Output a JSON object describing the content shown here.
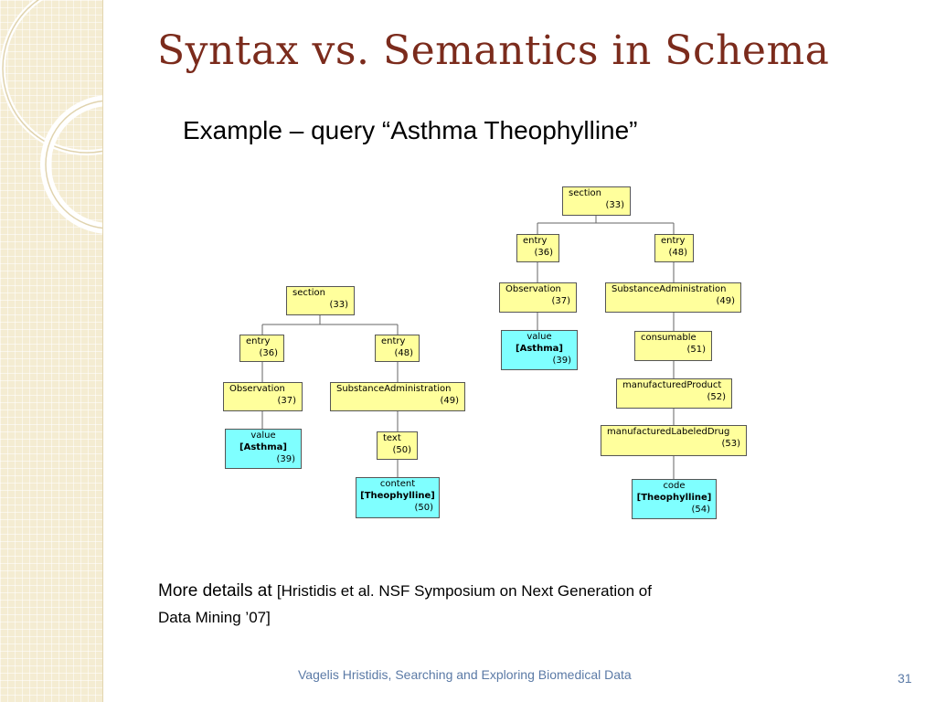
{
  "slide": {
    "title": "Syntax vs. Semantics in Schema",
    "subtitle": "Example – query “Asthma Theophylline”",
    "footnote": {
      "lead": "More details at ",
      "ref_line1": "[Hristidis et al. NSF Symposium on Next Generation of",
      "ref_line2": "Data Mining ’07]"
    },
    "footer": "Vagelis Hristidis, Searching and Exploring Biomedical Data",
    "page_number": "31"
  },
  "trees": {
    "left": {
      "n1": {
        "label": "section",
        "id": "(33)"
      },
      "n2": {
        "label": "entry",
        "id": "(36)"
      },
      "n3": {
        "label": "entry",
        "id": "(48)"
      },
      "n4": {
        "label": "Observation",
        "id": "(37)"
      },
      "n5": {
        "label": "SubstanceAdministration",
        "id": "(49)"
      },
      "n6": {
        "label": "value",
        "value": "[Asthma]",
        "id": "(39)"
      },
      "n7": {
        "label": "text",
        "id": "(50)"
      },
      "n8": {
        "label": "content",
        "value": "[Theophylline]",
        "id": "(50)"
      }
    },
    "right": {
      "n1": {
        "label": "section",
        "id": "(33)"
      },
      "n2": {
        "label": "entry",
        "id": "(36)"
      },
      "n3": {
        "label": "entry",
        "id": "(48)"
      },
      "n4": {
        "label": "Observation",
        "id": "(37)"
      },
      "n5": {
        "label": "SubstanceAdministration",
        "id": "(49)"
      },
      "n6": {
        "label": "value",
        "value": "[Asthma]",
        "id": "(39)"
      },
      "n7": {
        "label": "consumable",
        "id": "(51)"
      },
      "n8": {
        "label": "manufacturedProduct",
        "id": "(52)"
      },
      "n9": {
        "label": "manufacturedLabeledDrug",
        "id": "(53)"
      },
      "n10": {
        "label": "code",
        "value": "[Theophylline]",
        "id": "(54)"
      }
    }
  },
  "colors": {
    "title": "#7b2b1c",
    "node_yellow": "#ffff9c",
    "node_cyan": "#7fffff",
    "footer": "#5b7aa6"
  }
}
